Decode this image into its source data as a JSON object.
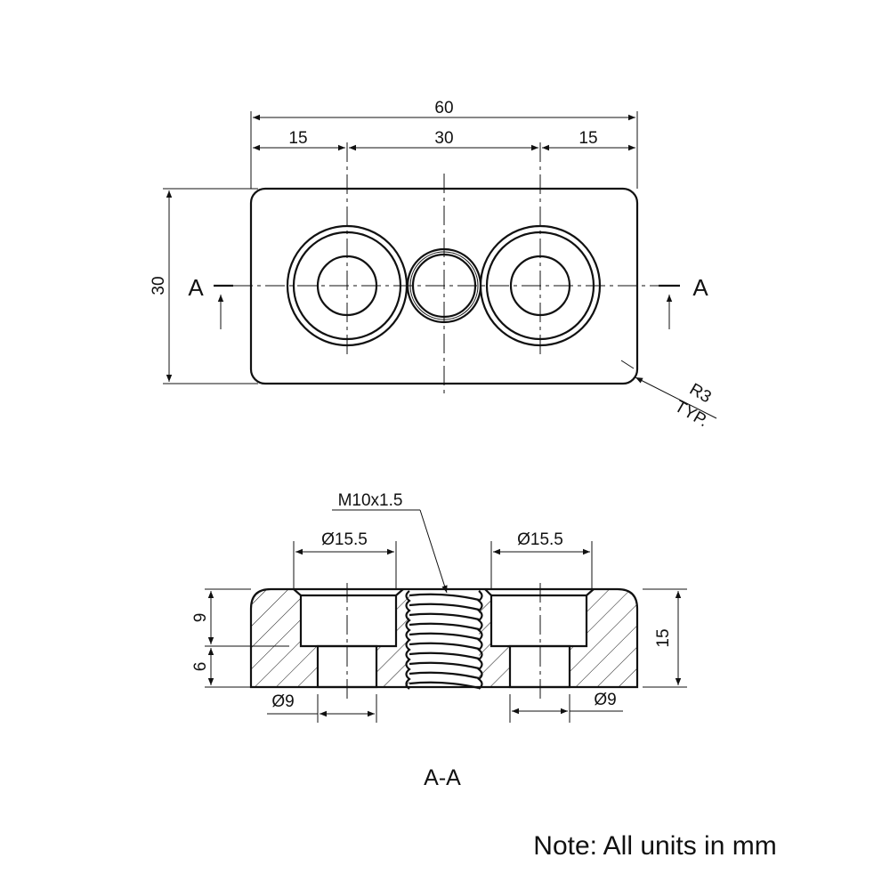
{
  "top_view": {
    "dim_overall_width": "60",
    "dim_left": "15",
    "dim_middle": "30",
    "dim_right": "15",
    "dim_height": "30",
    "section_label_left": "A",
    "section_label_right": "A",
    "radius_label": "R3",
    "radius_note": "TYP."
  },
  "section_view": {
    "thread_label": "M10x1.5",
    "counterbore_left": "Ø15.5",
    "counterbore_right": "Ø15.5",
    "hole_left": "Ø9",
    "hole_right": "Ø9",
    "dim_counterbore_depth": "9",
    "dim_hole_depth": "6",
    "dim_thickness": "15",
    "title": "A-A"
  },
  "note": "Note: All units in mm",
  "colors": {
    "line": "#111111",
    "background": "#ffffff"
  }
}
